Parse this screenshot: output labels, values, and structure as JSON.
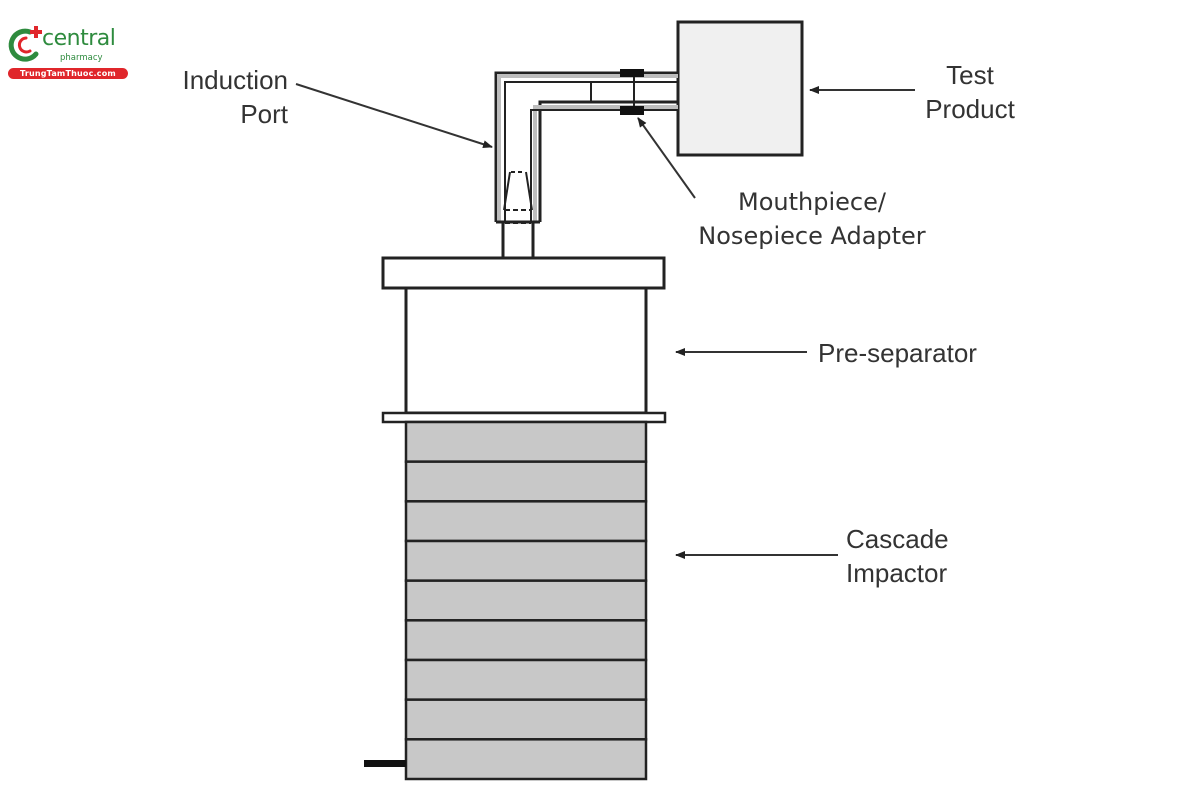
{
  "logo": {
    "brand": "central",
    "sub": "pharmacy",
    "site": "TrungTamThuoc.com",
    "colors": {
      "green": "#2e8b3e",
      "red": "#e0262b"
    }
  },
  "diagram": {
    "type": "apparatus-schematic",
    "subject": "Cascade impactor setup for aerosol testing",
    "colors": {
      "line": "#222222",
      "stage_fill": "#c8c8c8",
      "product_fill": "#f0f0f0",
      "pipe_fill": "#bdbdbd"
    },
    "impactor_stage_count": 9,
    "labels": {
      "induction_port": [
        "Induction",
        "Port"
      ],
      "test_product": [
        "Test",
        "Product"
      ],
      "adapter": [
        "Mouthpiece/",
        "Nosepiece Adapter"
      ],
      "pre_separator": "Pre-separator",
      "cascade_impactor": [
        "Cascade",
        "Impactor"
      ]
    }
  }
}
